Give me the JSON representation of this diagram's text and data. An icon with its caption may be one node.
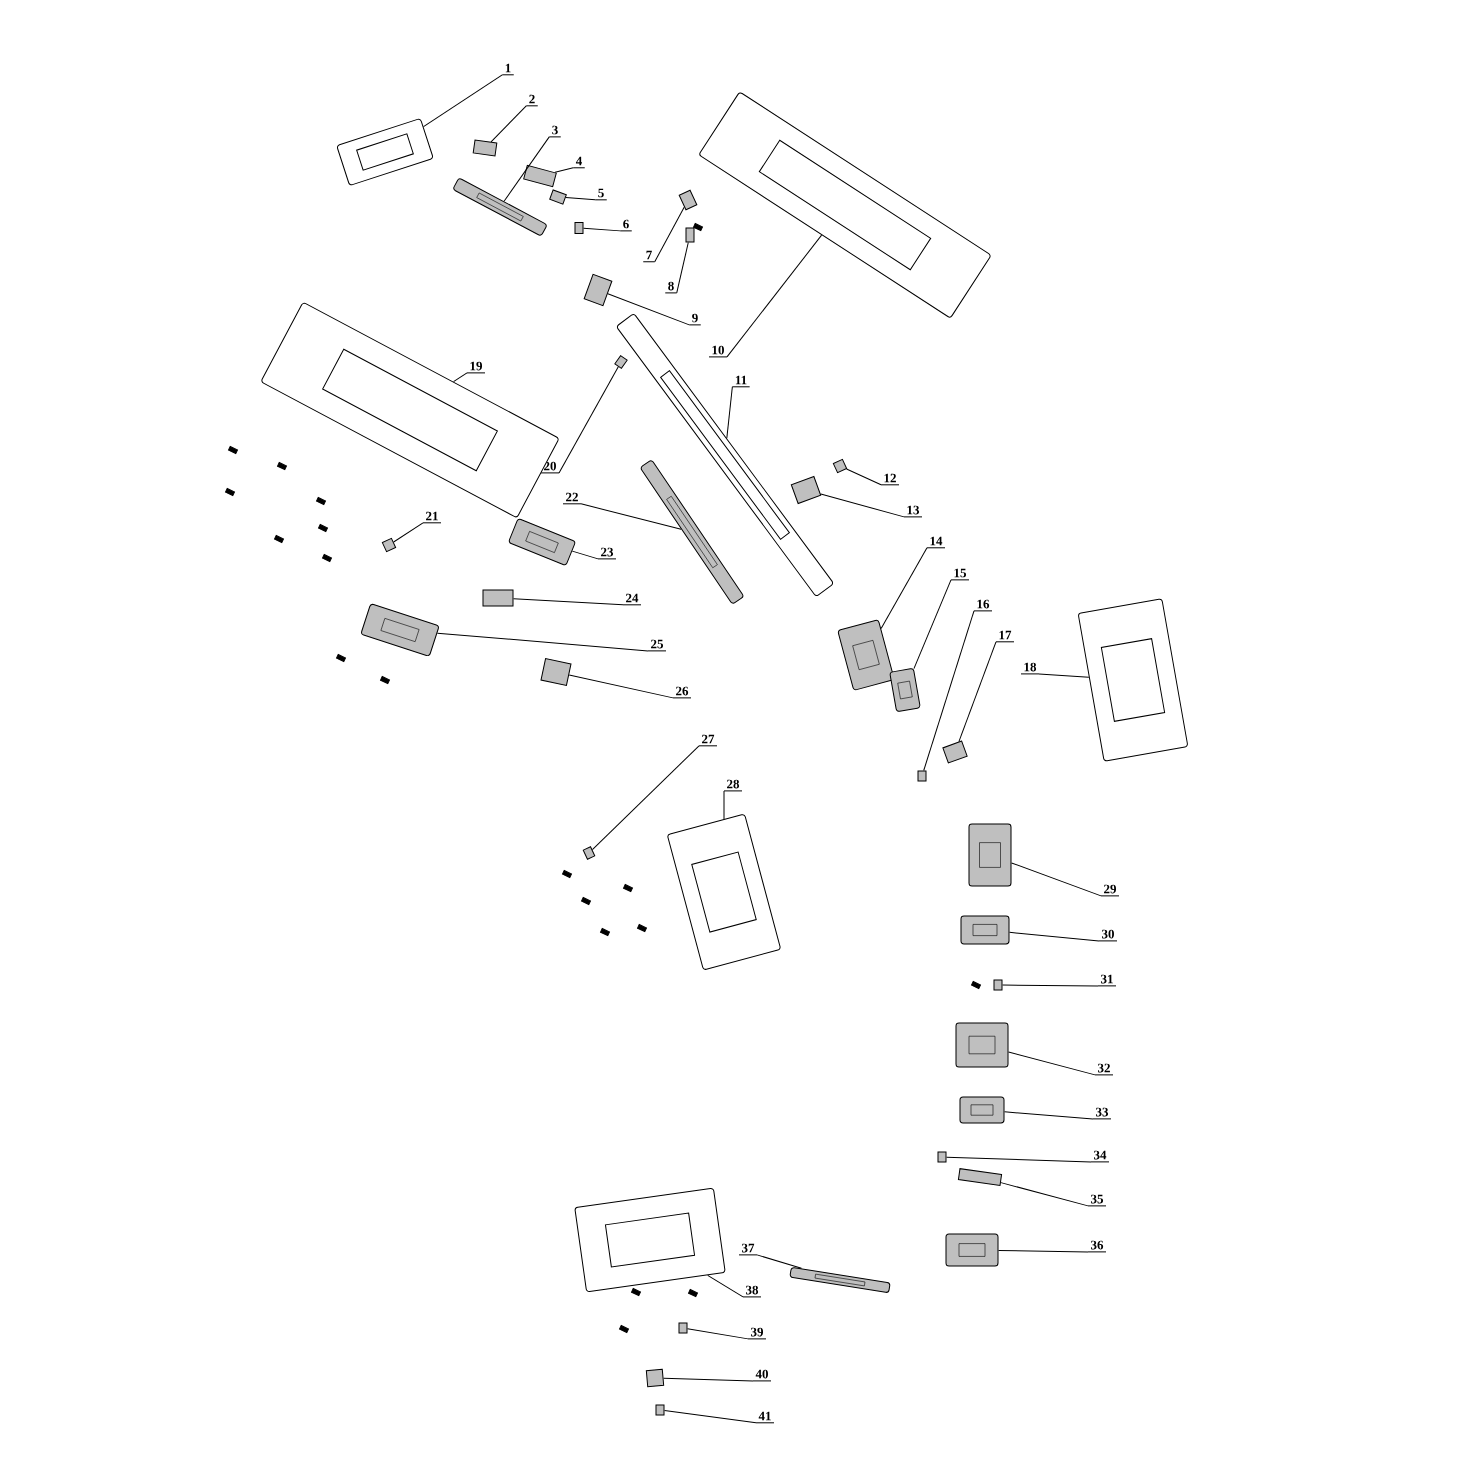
{
  "diagram": {
    "nodes": [
      {
        "text": [
          "1"
        ]
      },
      {
        "text": [
          "2"
        ]
      },
      {
        "text": [
          "3"
        ]
      },
      {
        "text": [
          "4"
        ]
      },
      {
        "text": [
          "5"
        ]
      },
      {
        "text": [
          "6"
        ]
      },
      {
        "text": [
          "7"
        ]
      },
      {
        "text": [
          "8"
        ]
      },
      {
        "text": [
          "9"
        ]
      },
      {
        "text": [
          "10"
        ]
      },
      {
        "text": [
          "11"
        ]
      },
      {
        "text": [
          "12"
        ]
      },
      {
        "text": [
          "13"
        ]
      },
      {
        "text": [
          "14"
        ]
      },
      {
        "text": [
          "15"
        ]
      },
      {
        "text": [
          "16"
        ]
      },
      {
        "text": [
          "17"
        ]
      },
      {
        "text": [
          "18"
        ]
      },
      {
        "text": [
          "19"
        ]
      },
      {
        "text": [
          "20"
        ]
      },
      {
        "text": [
          "21"
        ]
      },
      {
        "text": [
          "22"
        ]
      },
      {
        "text": [
          "23"
        ]
      },
      {
        "text": [
          "24"
        ]
      },
      {
        "text": [
          "25"
        ]
      },
      {
        "text": [
          "26"
        ]
      },
      {
        "text": [
          "27"
        ]
      },
      {
        "text": [
          "28"
        ]
      },
      {
        "text": [
          "29"
        ]
      },
      {
        "text": [
          "30"
        ]
      },
      {
        "text": [
          "31"
        ]
      },
      {
        "text": [
          "32"
        ]
      },
      {
        "text": [
          "33"
        ]
      },
      {
        "text": [
          "34"
        ]
      },
      {
        "text": [
          "35"
        ]
      },
      {
        "text": [
          "36"
        ]
      },
      {
        "text": [
          "37"
        ]
      },
      {
        "text": [
          "38"
        ]
      },
      {
        "text": [
          "39"
        ]
      },
      {
        "text": [
          "40"
        ]
      },
      {
        "text": [
          "41"
        ]
      },
      {
        "text": [],
        "shape": "picture"
      },
      {
        "text": [],
        "shape": "box"
      },
      {
        "text": [],
        "shape": "picture"
      },
      {
        "text": [],
        "shape": "box"
      },
      {
        "text": [],
        "shape": "box"
      },
      {
        "text": [],
        "shape": "box"
      },
      {
        "text": [],
        "shape": "box"
      },
      {
        "text": [],
        "shape": "box"
      },
      {
        "text": [],
        "shape": "box"
      },
      {
        "text": [],
        "shape": "picture"
      },
      {
        "text": [],
        "shape": "picture"
      },
      {
        "text": [],
        "shape": "box"
      },
      {
        "text": [],
        "shape": "box"
      },
      {
        "text": [],
        "shape": "picture"
      },
      {
        "text": [],
        "shape": "picture"
      },
      {
        "text": [],
        "shape": "box"
      },
      {
        "text": [],
        "shape": "box"
      },
      {
        "text": [],
        "shape": "picture"
      },
      {
        "text": [],
        "shape": "picture"
      },
      {
        "text": [],
        "shape": "box"
      },
      {
        "text": [],
        "shape": "box"
      },
      {
        "text": [],
        "shape": "picture"
      },
      {
        "text": [],
        "shape": "picture"
      },
      {
        "text": [],
        "shape": "box"
      },
      {
        "text": [],
        "shape": "picture"
      },
      {
        "text": [],
        "shape": "box"
      },
      {
        "text": [],
        "shape": "box"
      },
      {
        "text": [],
        "shape": "picture"
      },
      {
        "text": [],
        "shape": "picture"
      },
      {
        "text": [],
        "shape": "picture"
      },
      {
        "text": [],
        "shape": "box"
      },
      {
        "text": [],
        "shape": "picture"
      },
      {
        "text": [],
        "shape": "picture"
      },
      {
        "text": [],
        "shape": "box"
      },
      {
        "text": [],
        "shape": "box"
      },
      {
        "text": [],
        "shape": "picture"
      },
      {
        "text": [],
        "shape": "picture"
      },
      {
        "text": [],
        "shape": "picture"
      },
      {
        "text": [],
        "shape": "box"
      },
      {
        "text": [],
        "shape": "box"
      },
      {
        "text": [],
        "shape": "box"
      }
    ],
    "edges": [
      {
        "from": 0,
        "to": 41,
        "arrow": "none"
      },
      {
        "from": 1,
        "to": 42,
        "arrow": "none"
      },
      {
        "from": 2,
        "to": 43,
        "arrow": "none"
      },
      {
        "from": 3,
        "to": 44,
        "arrow": "none"
      },
      {
        "from": 4,
        "to": 45,
        "arrow": "none"
      },
      {
        "from": 5,
        "to": 46,
        "arrow": "none"
      },
      {
        "from": 6,
        "to": 47,
        "arrow": "none"
      },
      {
        "from": 7,
        "to": 48,
        "arrow": "none"
      },
      {
        "from": 8,
        "to": 49,
        "arrow": "none"
      },
      {
        "from": 9,
        "to": 50,
        "arrow": "none"
      },
      {
        "from": 10,
        "to": 51,
        "arrow": "none"
      },
      {
        "from": 11,
        "to": 52,
        "arrow": "none"
      },
      {
        "from": 12,
        "to": 53,
        "arrow": "none"
      },
      {
        "from": 13,
        "to": 54,
        "arrow": "none"
      },
      {
        "from": 14,
        "to": 55,
        "arrow": "none"
      },
      {
        "from": 15,
        "to": 56,
        "arrow": "none"
      },
      {
        "from": 16,
        "to": 57,
        "arrow": "none"
      },
      {
        "from": 17,
        "to": 58,
        "arrow": "none"
      },
      {
        "from": 18,
        "to": 59,
        "arrow": "none"
      },
      {
        "from": 19,
        "to": 60,
        "arrow": "none"
      },
      {
        "from": 20,
        "to": 61,
        "arrow": "none"
      },
      {
        "from": 21,
        "to": 62,
        "arrow": "none"
      },
      {
        "from": 22,
        "to": 63,
        "arrow": "none"
      },
      {
        "from": 23,
        "to": 64,
        "arrow": "none"
      },
      {
        "from": 24,
        "to": 65,
        "arrow": "none"
      },
      {
        "from": 25,
        "to": 66,
        "arrow": "none"
      },
      {
        "from": 26,
        "to": 67,
        "arrow": "none"
      },
      {
        "from": 27,
        "to": 68,
        "arrow": "none"
      },
      {
        "from": 28,
        "to": 69,
        "arrow": "none"
      },
      {
        "from": 29,
        "to": 70,
        "arrow": "none"
      },
      {
        "from": 30,
        "to": 71,
        "arrow": "none"
      },
      {
        "from": 31,
        "to": 72,
        "arrow": "none"
      },
      {
        "from": 32,
        "to": 73,
        "arrow": "none"
      },
      {
        "from": 33,
        "to": 74,
        "arrow": "none"
      },
      {
        "from": 34,
        "to": 75,
        "arrow": "none"
      },
      {
        "from": 35,
        "to": 76,
        "arrow": "none"
      },
      {
        "from": 36,
        "to": 77,
        "arrow": "none"
      },
      {
        "from": 37,
        "to": 78,
        "arrow": "none"
      },
      {
        "from": 38,
        "to": 79,
        "arrow": "none"
      },
      {
        "from": 39,
        "to": 80,
        "arrow": "none"
      },
      {
        "from": 40,
        "to": 81,
        "arrow": "none"
      }
    ]
  }
}
